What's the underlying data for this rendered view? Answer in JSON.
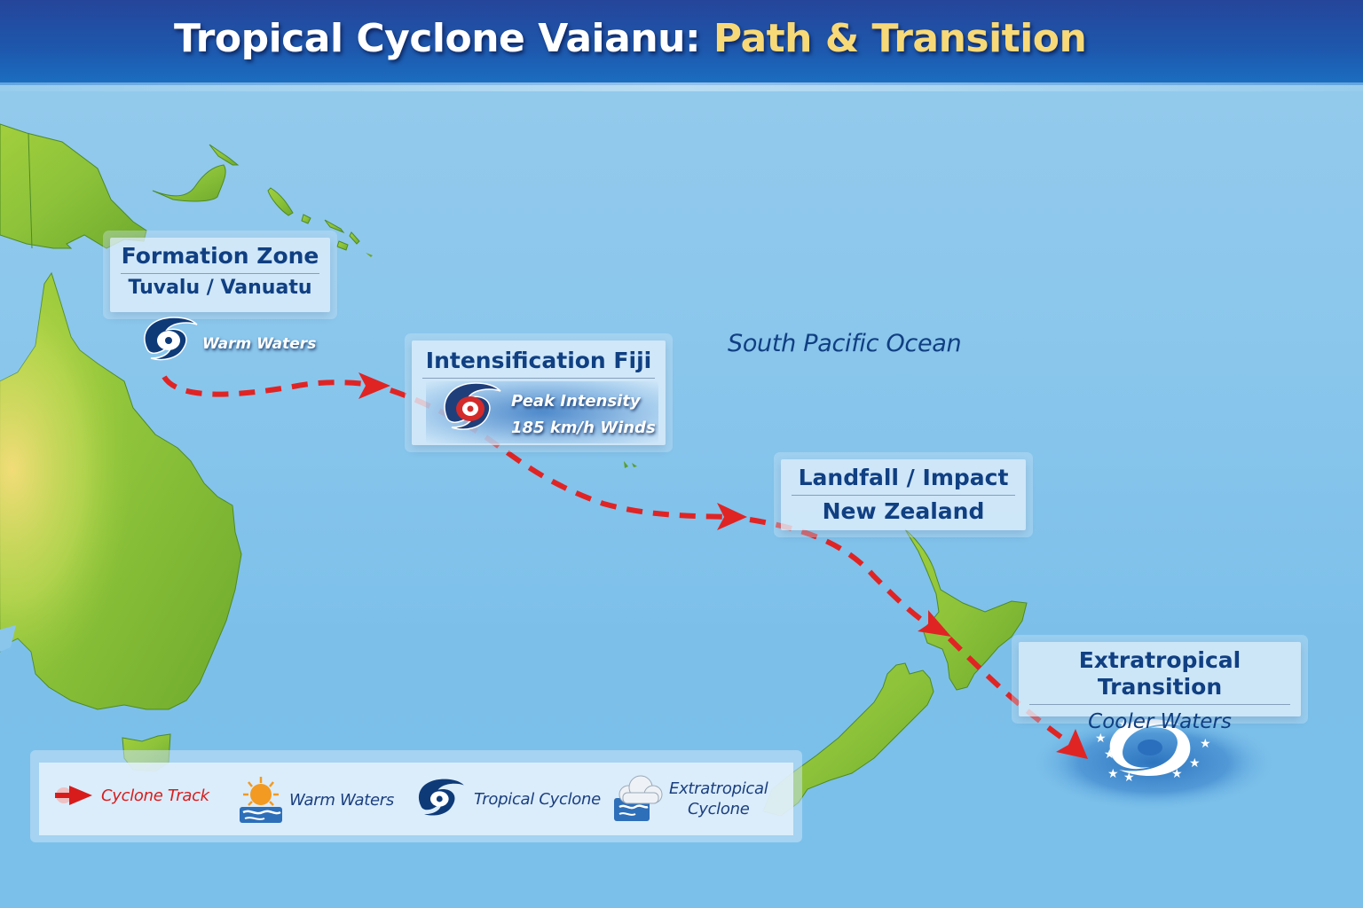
{
  "header": {
    "title_main": "Tropical Cyclone Vaianu: ",
    "title_accent": "Path & Transition"
  },
  "map": {
    "ocean_label": "South Pacific Ocean",
    "colors": {
      "ocean": "#8ac6ec",
      "land": "#8cc63f",
      "track": "#e02424",
      "label_text": "#103f82",
      "title_accent": "#f8d977",
      "header": "#1d58ad"
    }
  },
  "stages": [
    {
      "title": "Formation Zone",
      "subtitle": "Tuvalu / Vanuatu",
      "caption": "Warm Waters",
      "icon": "tropical-cyclone-icon"
    },
    {
      "title": "Intensification Fiji",
      "caption_line1": "Peak Intensity",
      "caption_line2": "185 km/h Winds",
      "icon": "intense-cyclone-icon"
    },
    {
      "title": "Landfall / Impact",
      "subtitle": "New Zealand"
    },
    {
      "title": "Extratropical Transition",
      "subtitle": "Cooler Waters",
      "icon": "extratropical-cyclone-icon"
    }
  ],
  "legend": {
    "items": [
      {
        "label": "Cyclone Track",
        "icon": "track-arrow-icon"
      },
      {
        "label": "Warm Waters",
        "icon": "sun-water-icon"
      },
      {
        "label": "Tropical Cyclone",
        "icon": "tropical-cyclone-icon"
      },
      {
        "label_line1": "Extratropical",
        "label_line2": "Cyclone",
        "icon": "cloud-water-icon"
      }
    ]
  }
}
